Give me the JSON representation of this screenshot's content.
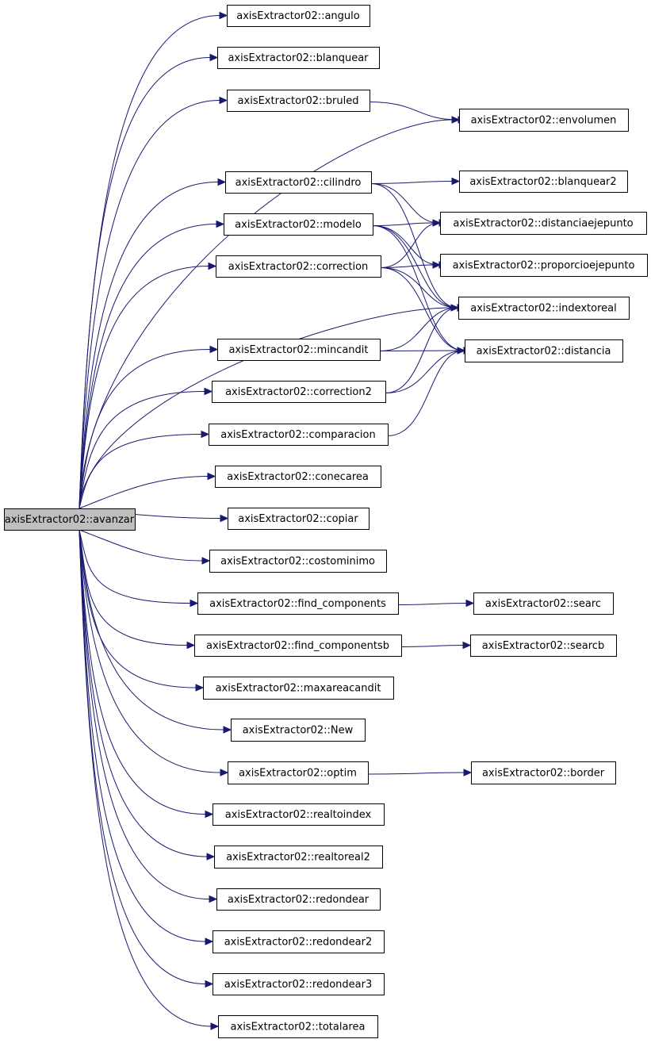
{
  "graph": {
    "root": "axisExtractor02::avanzar",
    "colors": {
      "edge": "#191970",
      "node_fill": "#ffffff",
      "root_fill": "#bfbfbf",
      "node_border": "#000000"
    },
    "nodes": [
      {
        "id": "avanzar",
        "label": "axisExtractor02::avanzar"
      },
      {
        "id": "angulo",
        "label": "axisExtractor02::angulo"
      },
      {
        "id": "blanquear",
        "label": "axisExtractor02::blanquear"
      },
      {
        "id": "bruled",
        "label": "axisExtractor02::bruled"
      },
      {
        "id": "envolumen",
        "label": "axisExtractor02::envolumen"
      },
      {
        "id": "cilindro",
        "label": "axisExtractor02::cilindro"
      },
      {
        "id": "blanquear2",
        "label": "axisExtractor02::blanquear2"
      },
      {
        "id": "modelo",
        "label": "axisExtractor02::modelo"
      },
      {
        "id": "distanciaejepunto",
        "label": "axisExtractor02::distanciaejepunto"
      },
      {
        "id": "correction",
        "label": "axisExtractor02::correction"
      },
      {
        "id": "proporcioejepunto",
        "label": "axisExtractor02::proporcioejepunto"
      },
      {
        "id": "indextoreal",
        "label": "axisExtractor02::indextoreal"
      },
      {
        "id": "mincandit",
        "label": "axisExtractor02::mincandit"
      },
      {
        "id": "distancia",
        "label": "axisExtractor02::distancia"
      },
      {
        "id": "correction2",
        "label": "axisExtractor02::correction2"
      },
      {
        "id": "comparacion",
        "label": "axisExtractor02::comparacion"
      },
      {
        "id": "conecarea",
        "label": "axisExtractor02::conecarea"
      },
      {
        "id": "copiar",
        "label": "axisExtractor02::copiar"
      },
      {
        "id": "costominimo",
        "label": "axisExtractor02::costominimo"
      },
      {
        "id": "find_components",
        "label": "axisExtractor02::find_components"
      },
      {
        "id": "searc",
        "label": "axisExtractor02::searc"
      },
      {
        "id": "find_componentsb",
        "label": "axisExtractor02::find_componentsb"
      },
      {
        "id": "searcb",
        "label": "axisExtractor02::searcb"
      },
      {
        "id": "maxareacandit",
        "label": "axisExtractor02::maxareacandit"
      },
      {
        "id": "New",
        "label": "axisExtractor02::New"
      },
      {
        "id": "optim",
        "label": "axisExtractor02::optim"
      },
      {
        "id": "border",
        "label": "axisExtractor02::border"
      },
      {
        "id": "realtoindex",
        "label": "axisExtractor02::realtoindex"
      },
      {
        "id": "realtoreal2",
        "label": "axisExtractor02::realtoreal2"
      },
      {
        "id": "redondear",
        "label": "axisExtractor02::redondear"
      },
      {
        "id": "redondear2",
        "label": "axisExtractor02::redondear2"
      },
      {
        "id": "redondear3",
        "label": "axisExtractor02::redondear3"
      },
      {
        "id": "totalarea",
        "label": "axisExtractor02::totalarea"
      }
    ],
    "edges": [
      [
        "avanzar",
        "angulo"
      ],
      [
        "avanzar",
        "blanquear"
      ],
      [
        "avanzar",
        "bruled"
      ],
      [
        "avanzar",
        "envolumen"
      ],
      [
        "avanzar",
        "cilindro"
      ],
      [
        "avanzar",
        "modelo"
      ],
      [
        "avanzar",
        "correction"
      ],
      [
        "avanzar",
        "indextoreal"
      ],
      [
        "avanzar",
        "mincandit"
      ],
      [
        "avanzar",
        "correction2"
      ],
      [
        "avanzar",
        "comparacion"
      ],
      [
        "avanzar",
        "conecarea"
      ],
      [
        "avanzar",
        "copiar"
      ],
      [
        "avanzar",
        "costominimo"
      ],
      [
        "avanzar",
        "find_components"
      ],
      [
        "avanzar",
        "find_componentsb"
      ],
      [
        "avanzar",
        "maxareacandit"
      ],
      [
        "avanzar",
        "New"
      ],
      [
        "avanzar",
        "optim"
      ],
      [
        "avanzar",
        "realtoindex"
      ],
      [
        "avanzar",
        "realtoreal2"
      ],
      [
        "avanzar",
        "redondear"
      ],
      [
        "avanzar",
        "redondear2"
      ],
      [
        "avanzar",
        "redondear3"
      ],
      [
        "avanzar",
        "totalarea"
      ],
      [
        "bruled",
        "envolumen"
      ],
      [
        "cilindro",
        "blanquear2"
      ],
      [
        "cilindro",
        "distanciaejepunto"
      ],
      [
        "cilindro",
        "indextoreal"
      ],
      [
        "modelo",
        "distanciaejepunto"
      ],
      [
        "modelo",
        "proporcioejepunto"
      ],
      [
        "modelo",
        "indextoreal"
      ],
      [
        "modelo",
        "distancia"
      ],
      [
        "correction",
        "distanciaejepunto"
      ],
      [
        "correction",
        "proporcioejepunto"
      ],
      [
        "correction",
        "indextoreal"
      ],
      [
        "correction",
        "distancia"
      ],
      [
        "mincandit",
        "indextoreal"
      ],
      [
        "mincandit",
        "distancia"
      ],
      [
        "correction2",
        "indextoreal"
      ],
      [
        "correction2",
        "distancia"
      ],
      [
        "comparacion",
        "distancia"
      ],
      [
        "find_components",
        "searc"
      ],
      [
        "find_componentsb",
        "searcb"
      ],
      [
        "optim",
        "border"
      ]
    ]
  }
}
